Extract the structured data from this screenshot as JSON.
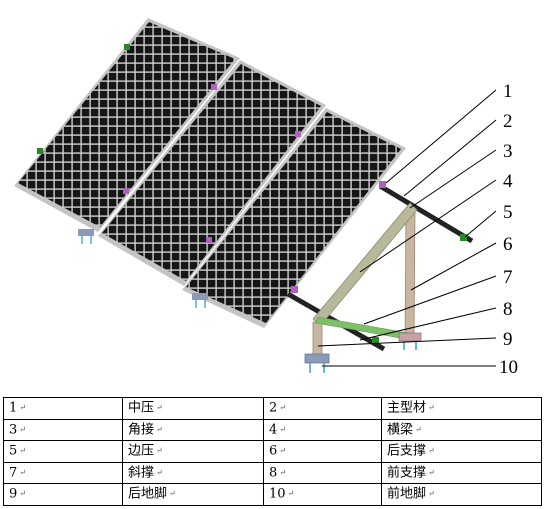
{
  "callouts": [
    "1",
    "2",
    "3",
    "4",
    "5",
    "6",
    "7",
    "8",
    "9",
    "10"
  ],
  "legend": [
    {
      "n1": "1",
      "name1": "中压",
      "n2": "2",
      "name2": "主型材"
    },
    {
      "n1": "3",
      "name1": "角接",
      "n2": "4",
      "name2": "横梁"
    },
    {
      "n1": "5",
      "name1": "边压",
      "n2": "6",
      "name2": "后支撑"
    },
    {
      "n1": "7",
      "name1": "斜撑",
      "n2": "8",
      "name2": "前支撑"
    },
    {
      "n1": "9",
      "name1": "后地脚",
      "n2": "10",
      "name2": "前地脚"
    }
  ],
  "colors": {
    "panel_cell": "#1a1a1a",
    "panel_frame": "#c8c8c8",
    "rail": "#222222",
    "support": "#c9b6a0",
    "diagonal": "#7fbf6a",
    "mid_clamp": "#b060c0",
    "end_clamp": "#2a8a2a",
    "foot": "#8a9ab8"
  }
}
